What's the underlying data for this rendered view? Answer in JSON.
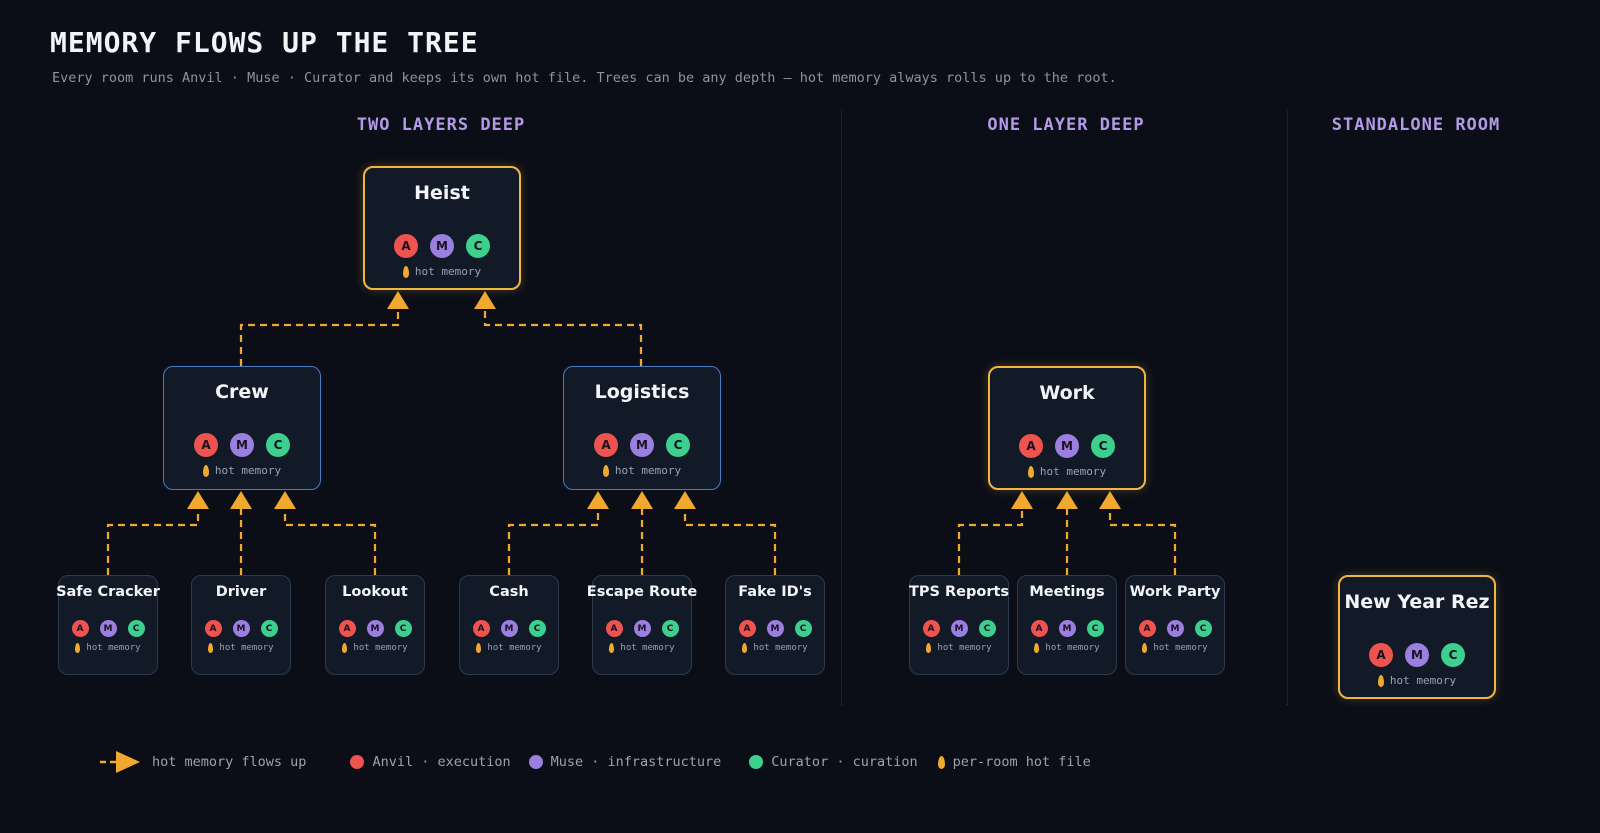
{
  "header": {
    "title": "MEMORY FLOWS UP THE TREE",
    "subtitle": "Every room runs Anvil · Muse · Curator and keeps its own hot file. Trees can be any depth — hot memory always rolls up to the root."
  },
  "sections": {
    "two_layers": "TWO LAYERS DEEP",
    "one_layer": "ONE LAYER DEEP",
    "standalone": "STANDALONE ROOM"
  },
  "badges": {
    "anvil": "A",
    "muse": "M",
    "curator": "C"
  },
  "hot_label": "hot memory",
  "rooms": {
    "heist": "Heist",
    "crew": "Crew",
    "logistics": "Logistics",
    "safe_cracker": "Safe Cracker",
    "driver": "Driver",
    "lookout": "Lookout",
    "cash": "Cash",
    "escape_route": "Escape Route",
    "fake_ids": "Fake ID's",
    "work": "Work",
    "tps_reports": "TPS Reports",
    "meetings": "Meetings",
    "work_party": "Work Party",
    "new_year_rez": "New Year Rez"
  },
  "legend": {
    "flow": "hot memory flows up",
    "anvil": "Anvil · execution",
    "muse": "Muse · infrastructure",
    "curator": "Curator · curation",
    "hotfile": "per-room hot file"
  },
  "colors": {
    "background": "#0b0e17",
    "flow": "#f0a92e",
    "root_border": "#f0b63e",
    "mid_border": "#4a7bbf",
    "leaf_border": "#2e3a4c",
    "anvil": "#ef5350",
    "muse": "#9b7fe0",
    "curator": "#3ccf8e",
    "section_title": "#b49ae6"
  }
}
